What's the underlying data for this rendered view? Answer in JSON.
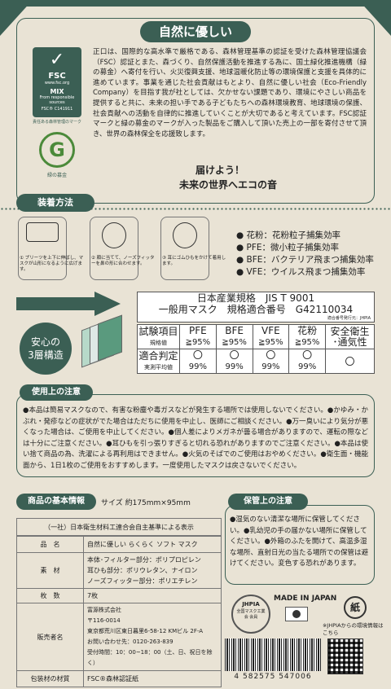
{
  "top": {
    "badge": "自然に優しい",
    "paragraph": "正口は、国際的な高水準で厳格である、森林管理基準の認証を受けた森林管理協議会（FSC）認証とまた、森づくり、自然保護活動を推進する為に、国土緑化推進機構（緑の募金）へ寄付を行い、火災復興支援、地球温暖化防止等の環境保護と支援を具体的に進めています。事業を通じた社会貢献はもとより、自然に優しい社会（Eco-Friendly Company）を目指す我が社としては、欠かせない課題であり、環境にやさしい商品を提供すると共に、未来の担い手である子どもたちへの森林環境教育、地球環境の保護、社会貢献への活動を自律的に推進していくことが大切であると考えています。FSC認証マークと緑の募金のマークが入った製品をご購入して頂いた売上の一部を寄付させて頂き、世界の森林保全を応援致します。",
    "slogan1": "届けよう！",
    "slogan2": "未来の世界へエコの音",
    "fsc": {
      "name": "FSC",
      "url": "www.fsc.org",
      "mix": "MIX",
      "sub": "From responsible sources",
      "code": "FSC® C141911",
      "note": "責任ある森林管理のマーク"
    },
    "bokin": "緑の募金"
  },
  "wear": {
    "badge": "装着方法",
    "steps": [
      "① プリーツを上下に伸ばし、マスクが山形になるように広げます。",
      "② 顔に当てて、ノーズフィッターを鼻の形に合わせます。",
      "③ 耳にゴムひもをかけて着用します。"
    ],
    "filters": [
      "● 花粉：花粉粒子捕集効率",
      "● PFE：微小粒子捕集効率",
      "● BFE：バクテリア飛まつ捕集効率",
      "● VFE：ウイルス飛まつ捕集効率"
    ]
  },
  "spec": {
    "layer": "安心の\n3層構造",
    "std1": "日本産業規格　JIS T 9001",
    "std2": "一般用マスク　規格適合番号　G42110034",
    "std3": "適合番号発行元：JHPIA",
    "row1": "試験項目",
    "row1sub": "規格値",
    "cols": [
      "PFE",
      "BFE",
      "VFE",
      "花粉"
    ],
    "vals": [
      "≧95%",
      "≧95%",
      "≧95%",
      "≧95%"
    ],
    "safe": "安全衛生\n･通気性",
    "judge": "適合判定",
    "judgesub": "実測平均値",
    "marks": [
      "〇",
      "〇",
      "〇",
      "〇",
      "〇"
    ],
    "measured": [
      "99%",
      "99%",
      "99%",
      "99%"
    ]
  },
  "caution": {
    "badge": "使用上の注意",
    "text": "●本品は簡易マスクなので、有害な粉塵や毒ガスなどが発生する場所では使用しないでください。●かゆみ・かぶれ・発疹などの症状がでた場合はただちに使用を中止し、医師にご相談ください。●万一臭いにより気分が悪くなった場合は、ご使用を中止してください。●個人差によりメガネが曇る場合がありますので、運転の際などは十分にご注意ください。●耳ひもを引っ張りすぎると切れる恐れがありますのでご注意ください。●本品は使い捨て商品の為、洗濯による再利用はできません。●火気のそばでのご使用はおやめください。●衛生面・機能面から、1日1枚のご使用をおすすめします。一度使用したマスクは戻さないでください。"
  },
  "basic": {
    "badge": "商品の基本情報",
    "size": "サイズ 約175mm×95mm",
    "header": "（一社）日本衛生材料工連合会自主基準による表示",
    "rows": [
      {
        "h": "品　名",
        "v": "自然に優しい らくらく ソフト マスク"
      },
      {
        "h": "素　材",
        "v": "本体･フィルター部分：ポリプロピレン\n耳ひも部分：ポリウレタン、ナイロン\nノーズフィッター部分：ポリエチレン"
      },
      {
        "h": "枚　数",
        "v": "7枚"
      },
      {
        "h": "販売者名",
        "v": "富源株式会社\n〒116-0014\n東京都荒川区東日暮里6-58-12 KMビル 2F-A\nお問い合わせ先：0120-263-839\n受付時間：10：00~18：00（土、日、祝日を除く）"
      },
      {
        "h": "包装材の材質",
        "v": "FSC®森林認証紙"
      }
    ]
  },
  "storage": {
    "badge": "保管上の注意",
    "text": "●湿気のない清潔な場所に保管してください。●乳幼児の手の届かない場所に保管してください。●外箱のふたを開けて、高温多湿な場所、直射日光の当たる場所での保管は避けてください。変色する恐れがあります。"
  },
  "footer": {
    "jhpia": "JHPIA",
    "jhpia_sub": "全国マスク工業会 会員",
    "made": "MADE IN JAPAN",
    "paper": "紙",
    "note": "※JHPIAからの環境情報はこちら",
    "barcode": "4 582575 547006"
  },
  "colors": {
    "accent": "#3b5f54",
    "bg": "#e9e3d5"
  }
}
